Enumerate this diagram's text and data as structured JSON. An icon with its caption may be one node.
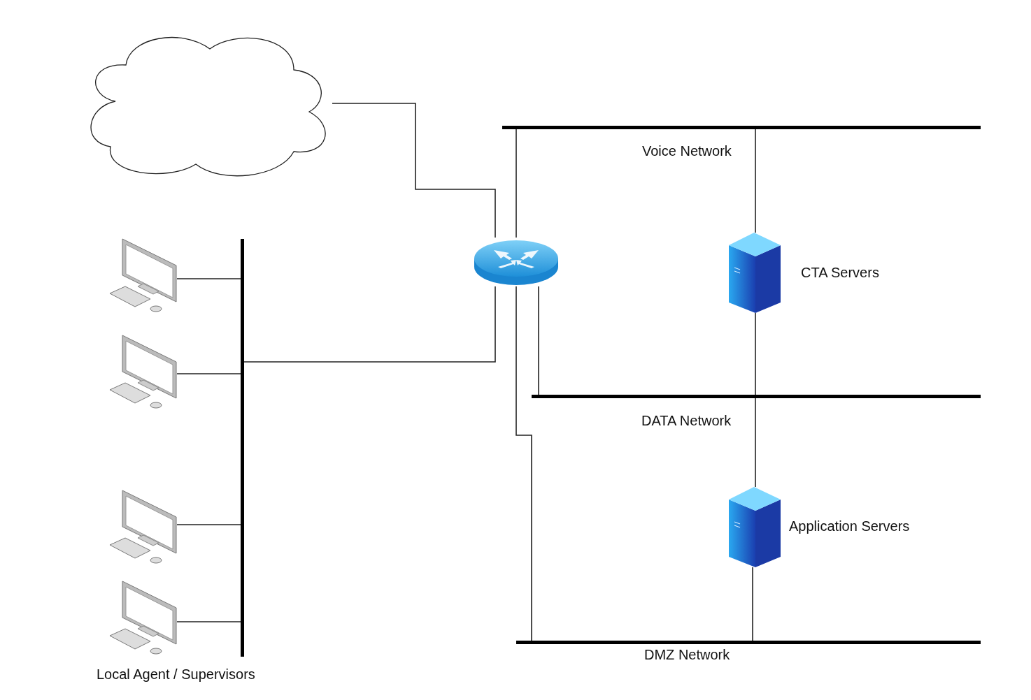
{
  "diagram": {
    "nodes": [
      {
        "text": [],
        "shape": "cloud"
      },
      {
        "text": [],
        "shape": "picture"
      },
      {
        "text": [
          "Voice Network"
        ]
      },
      {
        "text": [
          "DATA Network"
        ]
      },
      {
        "text": [
          "DMZ Network"
        ]
      },
      {
        "text": [],
        "shape": "picture",
        "beside": [
          "CTA Servers"
        ]
      },
      {
        "text": [],
        "shape": "picture",
        "beside": [
          "Application Servers"
        ]
      },
      {
        "text": [],
        "shape": "bar"
      },
      {
        "text": [],
        "shape": "picture"
      },
      {
        "text": [],
        "shape": "picture"
      },
      {
        "text": [],
        "shape": "picture"
      },
      {
        "text": [],
        "shape": "picture"
      }
    ],
    "edges": [
      {
        "from": 0,
        "to": 1,
        "arrow": "none"
      },
      {
        "from": 1,
        "to": 2,
        "arrow": "none"
      },
      {
        "from": 1,
        "to": 3,
        "arrow": "none"
      },
      {
        "from": 1,
        "to": 4,
        "arrow": "none"
      },
      {
        "from": 1,
        "to": 7,
        "arrow": "none"
      },
      {
        "from": 5,
        "to": 2,
        "arrow": "none"
      },
      {
        "from": 5,
        "to": 6,
        "arrow": "none"
      },
      {
        "from": 6,
        "to": 4,
        "arrow": "none"
      },
      {
        "from": 8,
        "to": 7,
        "arrow": "none"
      },
      {
        "from": 9,
        "to": 7,
        "arrow": "none"
      },
      {
        "from": 10,
        "to": 7,
        "arrow": "none"
      },
      {
        "from": 11,
        "to": 7,
        "arrow": "none"
      }
    ],
    "labels": [
      "Local Agent / Supervisors"
    ]
  }
}
